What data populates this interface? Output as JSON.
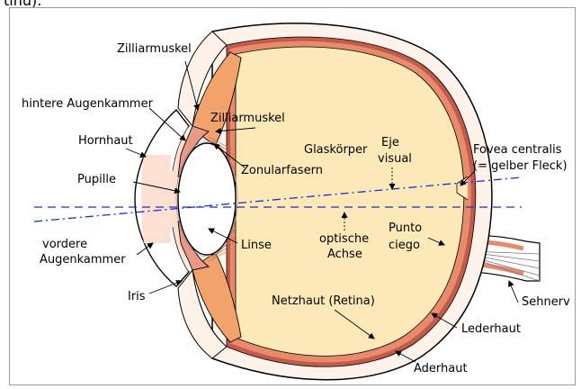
{
  "fragment": "tinu).",
  "colors": {
    "sclera": "#fff2ea",
    "retina_band": "#e88a6c",
    "choroid": "#c15b4a",
    "vitreous": "#fde8b8",
    "cornea": "#fde0d2",
    "iris": "#e99a86",
    "muscle": "#f2a36b",
    "lens": "#ffffff",
    "optical_axis": "#1f2bd6",
    "visual_axis": "#1f2bd6"
  },
  "labels": {
    "zilliarmuskel_top": "Zilliarmuskel",
    "hintere_augenkammer": "hintere Augenkammer",
    "zilliarmuskel_inner": "Zilliarmuskel",
    "hornhaut": "Hornhaut",
    "glaskoerper": "Glaskörper",
    "eje_visual_1": "Eje",
    "eje_visual_2": "visual",
    "fovea_1": "Fovea centralis",
    "fovea_2": "(= gelber Fleck)",
    "zonularfasern": "Zonularfasern",
    "pupille": "Pupille",
    "punto_ciego_1": "Punto",
    "punto_ciego_2": "ciego",
    "linse": "Linse",
    "optische_achse_1": "optische",
    "optische_achse_2": "Achse",
    "vordere_augenkammer_1": "vordere",
    "vordere_augenkammer_2": "Augenkammer",
    "iris": "Iris",
    "sehnerv": "Sehnerv",
    "netzhaut": "Netzhaut (Retina)",
    "lederhaut": "Lederhaut",
    "aderhaut": "Aderhaut"
  }
}
